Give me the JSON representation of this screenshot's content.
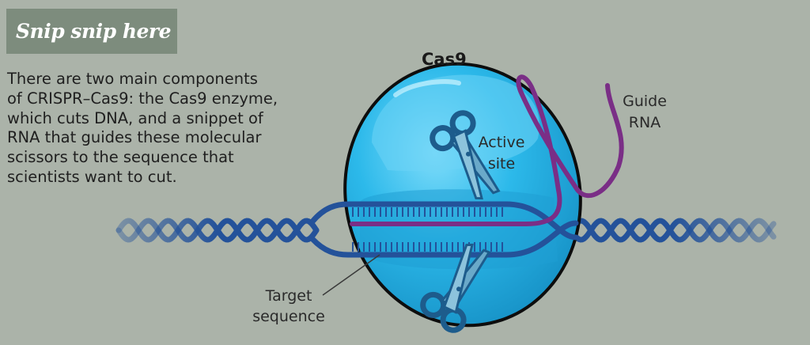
{
  "title": "Snip snip here",
  "intro_lines": [
    "There are two main components",
    "of CRISPR–Cas9: the Cas9 enzyme,",
    "which cuts DNA, and a snippet of",
    "RNA that guides these molecular",
    "scissors to the sequence that",
    "scientists want to cut."
  ],
  "labels": {
    "cas9": "Cas9",
    "guide_rna": [
      "Guide",
      "RNA"
    ],
    "active_site": [
      "Active",
      "site"
    ],
    "target_sequence": [
      "Target",
      "sequence"
    ]
  },
  "colors": {
    "background": "#abb3a9",
    "title_box": "#7d8c7d",
    "enzyme": "#2bb6e6",
    "dna": "#24529a",
    "guide_rna": "#7a2e86"
  },
  "icons": [
    "scissors-icon",
    "scissors-icon"
  ]
}
